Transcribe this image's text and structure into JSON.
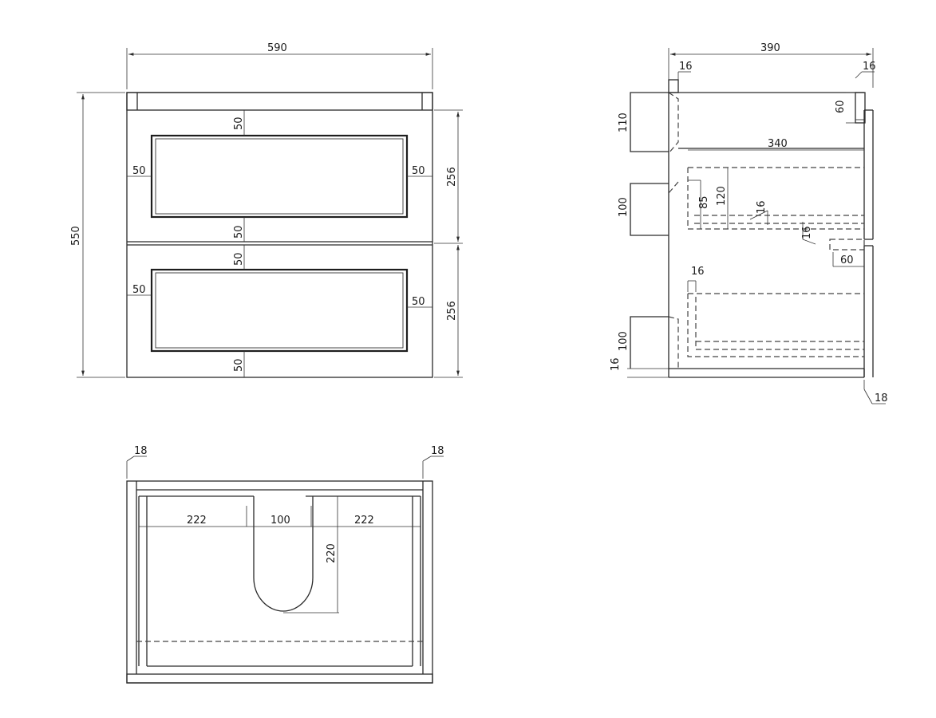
{
  "front_view": {
    "width": "590",
    "height": "550",
    "drawer_height_top": "256",
    "drawer_height_bottom": "256",
    "top_drawer": {
      "top": "50",
      "left": "50",
      "right": "50",
      "bottom": "50"
    },
    "bottom_drawer": {
      "top": "50",
      "left": "50",
      "right": "50",
      "bottom": "50"
    }
  },
  "side_view": {
    "depth": "390",
    "top_left_panel": "16",
    "top_right_panel": "16",
    "handle_height": "60",
    "front_top_panel": "110",
    "front_mid_panel": "100",
    "front_bottom_panel": "100",
    "drawer_depth": "340",
    "inner_height_a": "85",
    "inner_height_b": "120",
    "bottom_thickness_a": "16",
    "rail_thickness": "16",
    "rail_length": "60",
    "lower_drawer_side": "16",
    "base_thickness": "16",
    "back_thickness": "18"
  },
  "top_view": {
    "side_left": "18",
    "side_right": "18",
    "cutout_left": "222",
    "cutout_width": "100",
    "cutout_right": "222",
    "cutout_depth": "220"
  }
}
